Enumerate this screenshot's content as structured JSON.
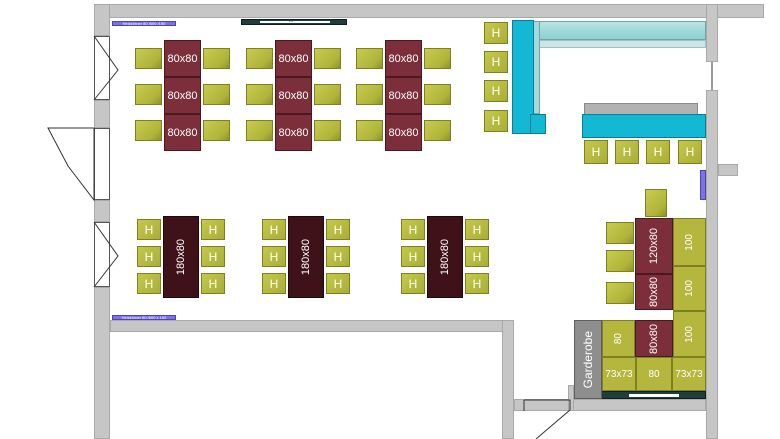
{
  "tables": {
    "small": "80x80",
    "long": "180x80",
    "t120": "120x80",
    "t80": "80x80"
  },
  "chair_label": "H",
  "lounge": {
    "s100": "100",
    "s80": "80",
    "s73": "73x73"
  },
  "garderobe": "Garderobe",
  "labels": {
    "top_label": "Heizkörper 80 /600 /150",
    "bottom_label": "Heizkörper 80 /600 x 150",
    "door_mark": "Tü"
  },
  "colors": {
    "wall": "#c6c6c6",
    "chair": "#b4b83f",
    "table": "#7c2e3a",
    "table_dark": "#3e1218",
    "bar": "#12b8d4",
    "heater": "#7b72e6"
  }
}
